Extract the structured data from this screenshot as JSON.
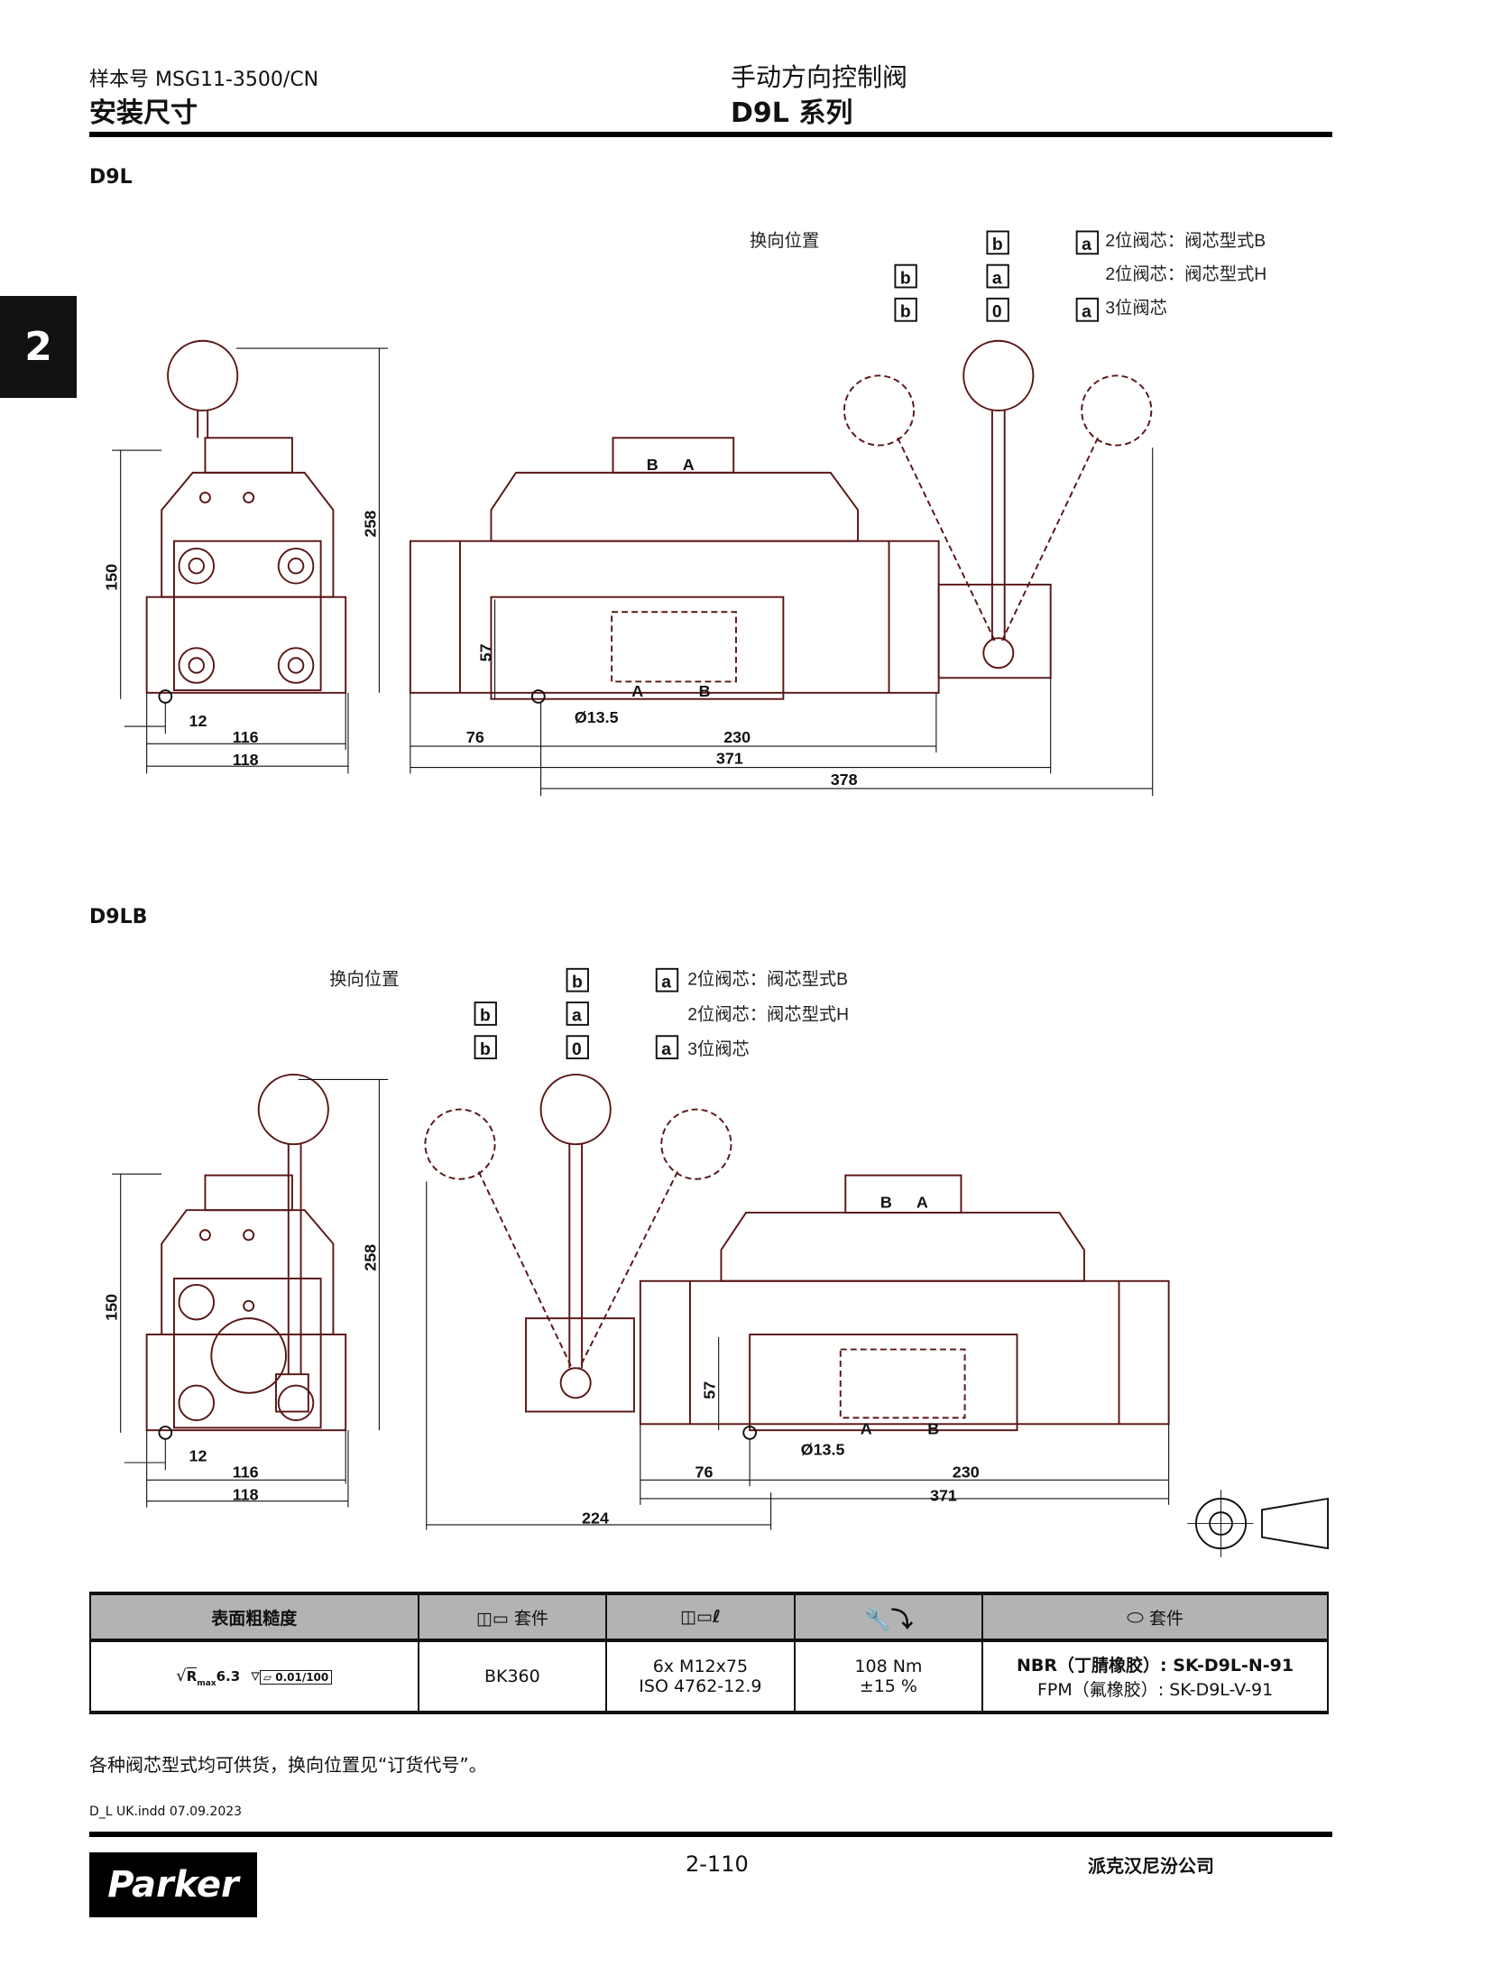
{
  "header": {
    "catalog_no": "样本号 MSG11-3500/CN",
    "section_title": "安装尺寸",
    "product_name": "手动方向控制阀",
    "series": "D9L 系列"
  },
  "side_tab": "2",
  "d9l": {
    "title": "D9L",
    "legend": {
      "heading": "换向位置",
      "rows": [
        {
          "left": "",
          "mid": "b",
          "right": "a",
          "text": "2位阀芯：阀芯型式B"
        },
        {
          "left": "b",
          "mid": "a",
          "right": "",
          "text": "2位阀芯：阀芯型式H"
        },
        {
          "left": "b",
          "mid": "0",
          "right": "a",
          "text": "3位阀芯"
        }
      ]
    },
    "ports": {
      "b": "B",
      "a": "A"
    },
    "dims": {
      "h258": "258",
      "h150": "150",
      "d12": "12",
      "w116": "116",
      "w118": "118",
      "h57": "57",
      "dia": "Ø13.5",
      "d76": "76",
      "d230": "230",
      "d371": "371",
      "d378": "378"
    }
  },
  "d9lb": {
    "title": "D9LB",
    "legend": {
      "heading": "换向位置",
      "rows": [
        {
          "left": "",
          "mid": "b",
          "right": "a",
          "text": "2位阀芯：阀芯型式B"
        },
        {
          "left": "b",
          "mid": "a",
          "right": "",
          "text": "2位阀芯：阀芯型式H"
        },
        {
          "left": "b",
          "mid": "0",
          "right": "a",
          "text": "3位阀芯"
        }
      ]
    },
    "ports": {
      "b": "B",
      "a": "A"
    },
    "dims": {
      "h258": "258",
      "h150": "150",
      "d12": "12",
      "w116": "116",
      "w118": "118",
      "h57": "57",
      "dia": "Ø13.5",
      "d76": "76",
      "d230": "230",
      "d371": "371",
      "d224": "224"
    }
  },
  "table": {
    "headers": [
      "表面粗糙度",
      "套件",
      "",
      "",
      "套件"
    ],
    "roughness": {
      "r": "R",
      "sub": "max",
      "val": "6.3",
      "flatness": "0.01/100"
    },
    "bolt_kit": "BK360",
    "screws": [
      "6x M12x75",
      "ISO 4762-12.9"
    ],
    "torque": [
      "108 Nm",
      "±15 %"
    ],
    "seals": [
      "NBR（丁腈橡胶）: SK-D9L-N-91",
      "FPM（氟橡胶）: SK-D9L-V-91"
    ]
  },
  "note": "各种阀芯型式均可供货，换向位置见“订货代号”。",
  "footer": {
    "file": "D_L UK.indd 07.09.2023",
    "page": "2-110",
    "company": "派克汉尼汾公司",
    "logo": "Parker"
  },
  "colors": {
    "outline": "#5a1616",
    "header_gray": "#b3b3b3"
  }
}
